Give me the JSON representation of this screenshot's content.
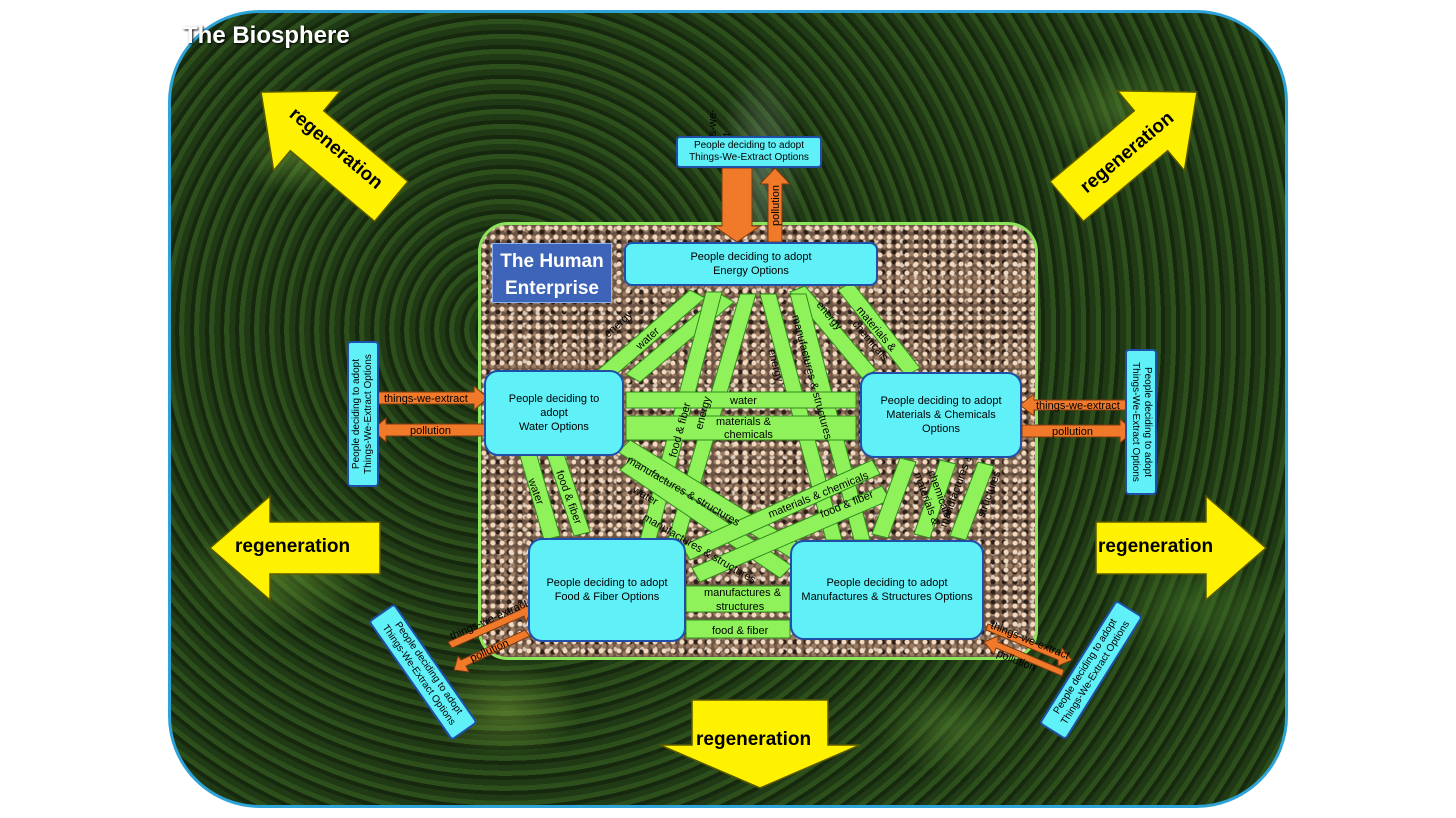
{
  "biosphere_title": "The Biosphere",
  "enterprise_title_line1": "The Human",
  "enterprise_title_line2": "Enterprise",
  "regeneration_label": "regeneration",
  "boxes": {
    "energy": "People deciding to adopt\nEnergy Options",
    "water": "People deciding to\nadopt\nWater Options",
    "materials": "People deciding to adopt\nMaterials & Chemicals\nOptions",
    "food": "People deciding to adopt\nFood & Fiber Options",
    "manufactures": "People deciding to adopt\nManufactures & Structures Options"
  },
  "extract_box_label": "People deciding to adopt\nThings-We-Extract Options",
  "ext_labels": {
    "things": "things-we-extract",
    "things_top": "things-we-\nextract",
    "pollution": "pollution"
  },
  "flow_labels": {
    "energy": "energy",
    "water": "water",
    "food_fiber": "food & fiber",
    "materials_chemicals": "materials & chemicals",
    "materials_amp": "materials &",
    "chemicals": "chemicals",
    "manufactures_structures": "manufactures & structures",
    "manufactures_amp": "manufactures &",
    "structures": "structures"
  },
  "colors": {
    "flow_fill": "#8ff25a",
    "flow_stroke": "#2f8a1c",
    "extract_arrow": "#f07a2a",
    "regen_fill": "#fff200",
    "box_fill": "#5ff0f8",
    "box_border": "#1f4fa8"
  }
}
